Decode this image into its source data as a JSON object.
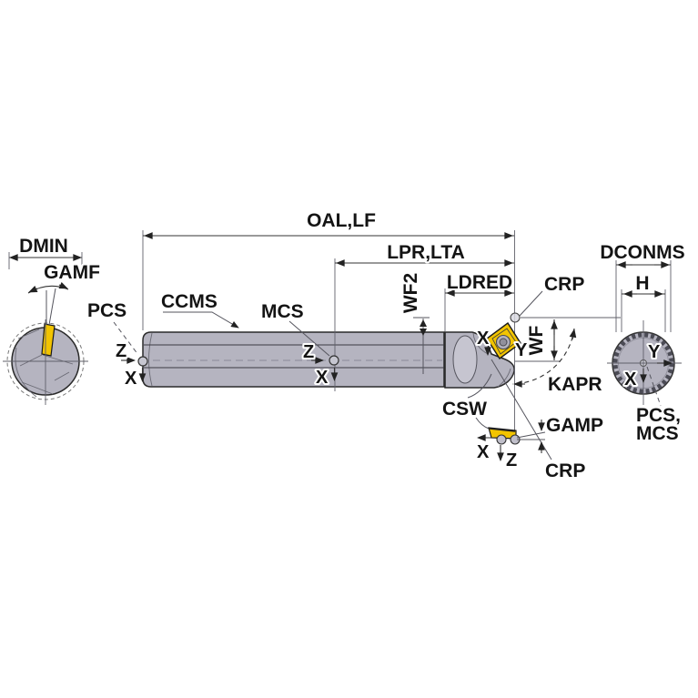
{
  "diagram": {
    "type": "tool-dimension-drawing",
    "labels": {
      "dmin": "DMIN",
      "gamf": "GAMF",
      "pcs": "PCS",
      "ccms": "CCMS",
      "mcs": "MCS",
      "oal_lf": "OAL,LF",
      "lpr_lta": "LPR,LTA",
      "wf2": "WF2",
      "ldred": "LDRED",
      "crp_top": "CRP",
      "dconms": "DCONMS",
      "h": "H",
      "wf": "WF",
      "kapr": "KAPR",
      "csw": "CSW",
      "gamp": "GAMP",
      "crp_bottom": "CRP",
      "pcs_mcs_line1": "PCS,",
      "pcs_mcs_line2": "MCS"
    },
    "axes": {
      "pcs_left_z": "Z",
      "pcs_left_x": "X",
      "mcs_z": "Z",
      "mcs_x": "X",
      "insert_x": "X",
      "insert_y": "Y",
      "shank_y": "Y",
      "shank_x": "X",
      "bottom_x": "X",
      "bottom_z": "Z"
    },
    "colors": {
      "insert_yellow": "#F2C400",
      "body_gray": "#B5B4C0",
      "pocket_gray": "#C6C5D0",
      "outline": "#2A2A2A",
      "dim_line": "#3A3A3A",
      "background": "#FFFFFF"
    }
  }
}
